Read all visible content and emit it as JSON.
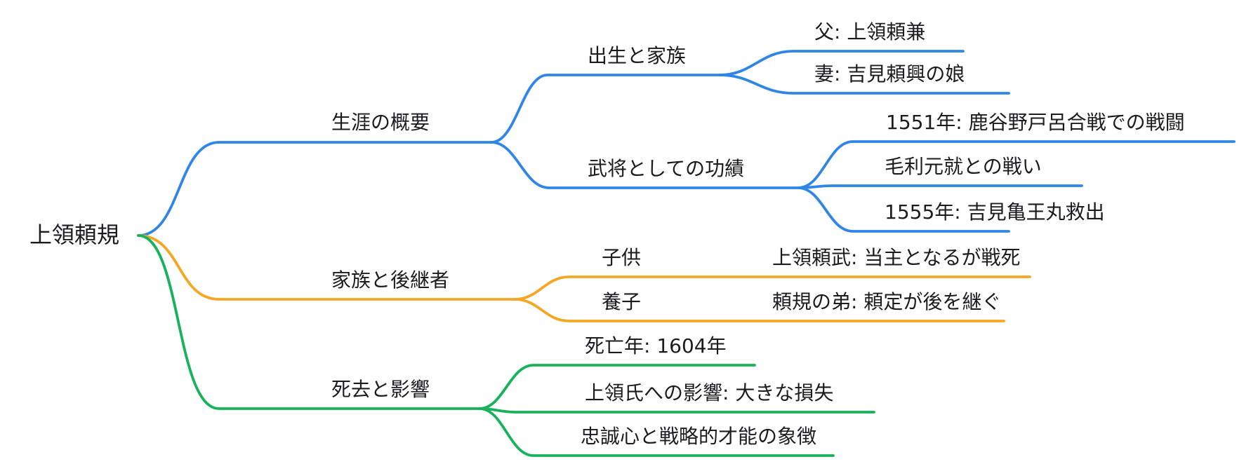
{
  "palette": {
    "blue": "#2f86e8",
    "orange": "#f5a623",
    "green": "#17b35a",
    "text": "#1c1c1e",
    "background": "#ffffff"
  },
  "mindmap": {
    "root": {
      "label": "上領頼規"
    },
    "branches": [
      {
        "label": "生涯の概要",
        "color_key": "blue",
        "children": [
          {
            "label": "出生と家族",
            "children": [
              {
                "label": "父: 上領頼兼"
              },
              {
                "label": "妻: 吉見頼興の娘"
              }
            ]
          },
          {
            "label": "武将としての功績",
            "children": [
              {
                "label": "1551年: 鹿谷野戸呂合戦での戦闘"
              },
              {
                "label": "毛利元就との戦い"
              },
              {
                "label": "1555年: 吉見亀王丸救出"
              }
            ]
          }
        ]
      },
      {
        "label": "家族と後継者",
        "color_key": "orange",
        "children": [
          {
            "label": "子供",
            "children": [
              {
                "label": "上領頼武: 当主となるが戦死"
              }
            ]
          },
          {
            "label": "養子",
            "children": [
              {
                "label": "頼規の弟: 頼定が後を継ぐ"
              }
            ]
          }
        ]
      },
      {
        "label": "死去と影響",
        "color_key": "green",
        "children": [
          {
            "label": "死亡年: 1604年"
          },
          {
            "label": "上領氏への影響: 大きな損失"
          },
          {
            "label": "忠誠心と戦略的才能の象徴"
          }
        ]
      }
    ]
  }
}
